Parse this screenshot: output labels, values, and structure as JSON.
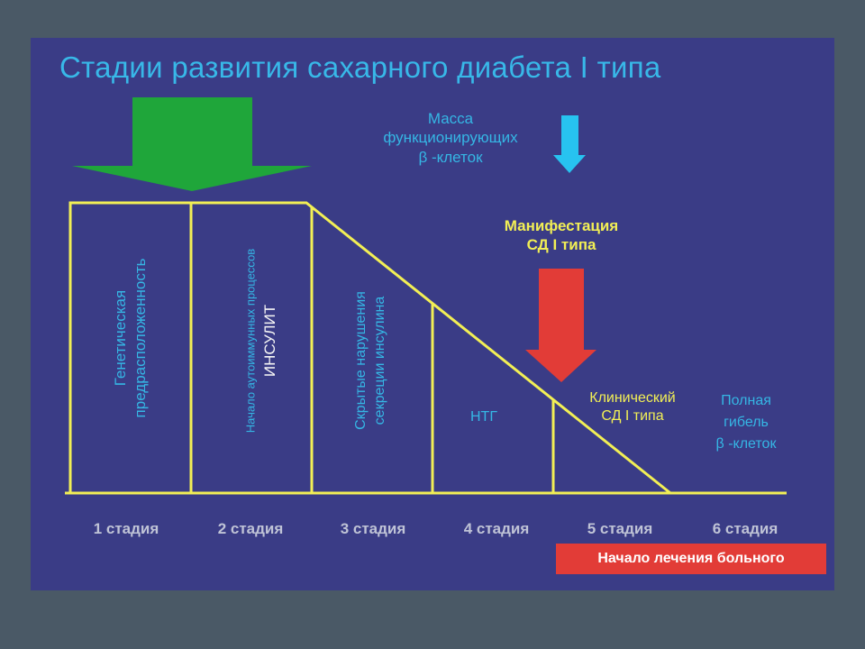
{
  "title": "Стадии развития сахарного диабета I типа",
  "provoking_factors": "",
  "beta_mass": [
    "Масса",
    "функционирующих",
    "β -клеток"
  ],
  "manifestation": [
    "Манифестация",
    "СД I типа"
  ],
  "stage_texts": {
    "s1": [
      "Генетическая",
      "предрасположенность"
    ],
    "s2_small": "Начало аутоиммунных процессов",
    "s2_big": "ИНСУЛИТ",
    "s3": [
      "Скрытые нарушения",
      "секреции инсулина"
    ],
    "s4": "НТГ",
    "s5": [
      "Клинический",
      "СД I типа"
    ],
    "s6": [
      "Полная",
      "гибель",
      "β -клеток"
    ]
  },
  "stages": [
    "1 стадия",
    "2 стадия",
    "3 стадия",
    "4 стадия",
    "5 стадия",
    "6 стадия"
  ],
  "treatment_start": "Начало лечения больного",
  "colors": {
    "background": "#3a3c86",
    "accent_blue": "#35b6e4",
    "yellow": "#f2ef55",
    "green_arrow": "#1fa63a",
    "red_arrow": "#e23c37",
    "cyan_arrow": "#27c3f0"
  }
}
